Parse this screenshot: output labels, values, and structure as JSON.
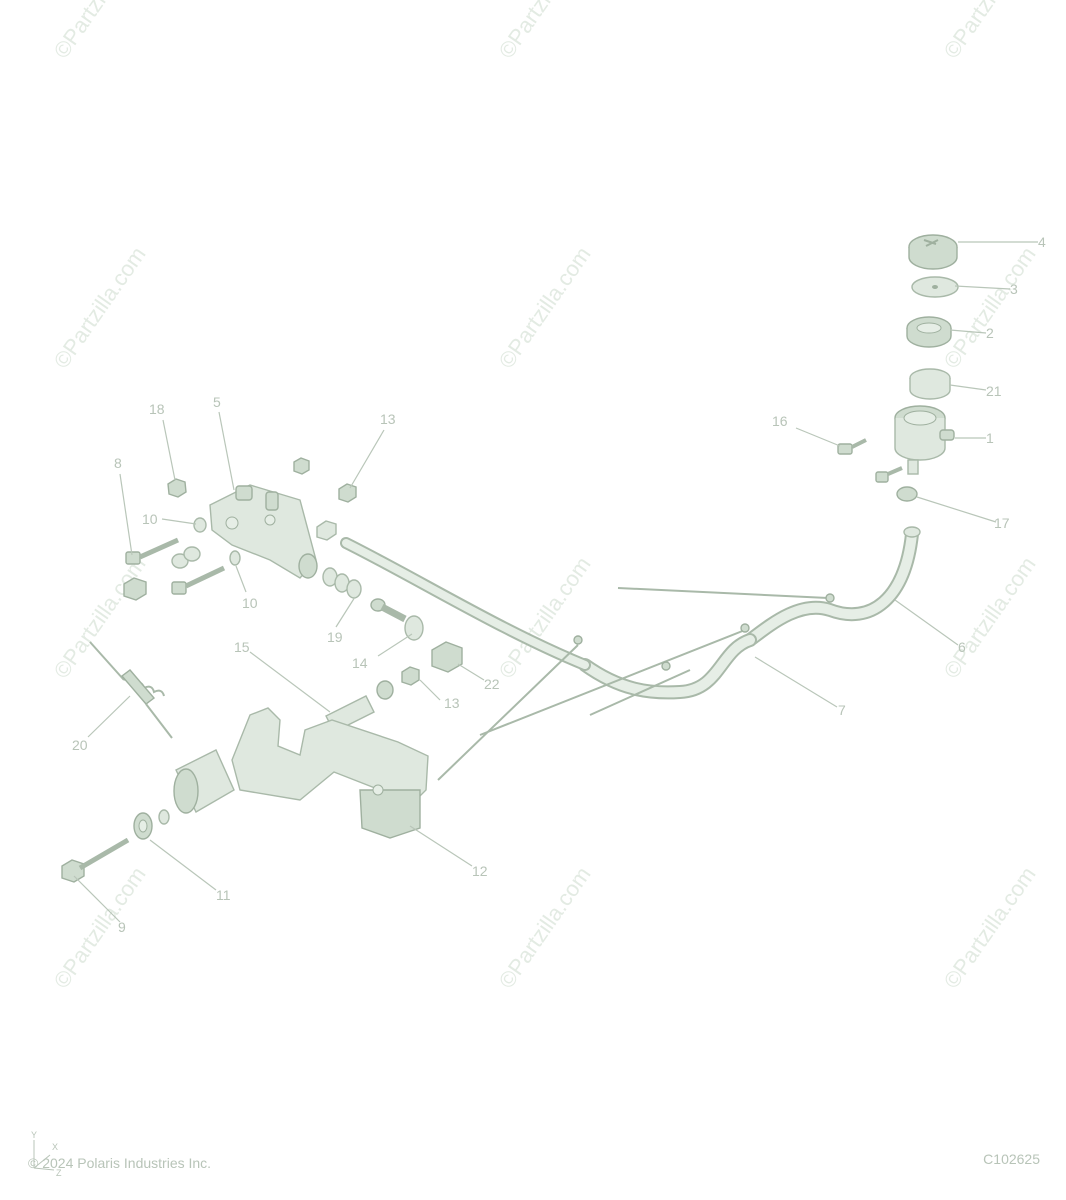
{
  "watermark": "©Partzilla.com",
  "footer": {
    "copyright": "© 2024 Polaris Industries Inc.",
    "diagram_code": "C102625"
  },
  "axes": {
    "y": "Y",
    "x": "X",
    "z": "Z"
  },
  "callouts": [
    "1",
    "2",
    "3",
    "4",
    "5",
    "6",
    "7",
    "8",
    "9",
    "10",
    "10",
    "11",
    "12",
    "13",
    "13",
    "14",
    "15",
    "16",
    "17",
    "18",
    "19",
    "20",
    "21",
    "22"
  ]
}
